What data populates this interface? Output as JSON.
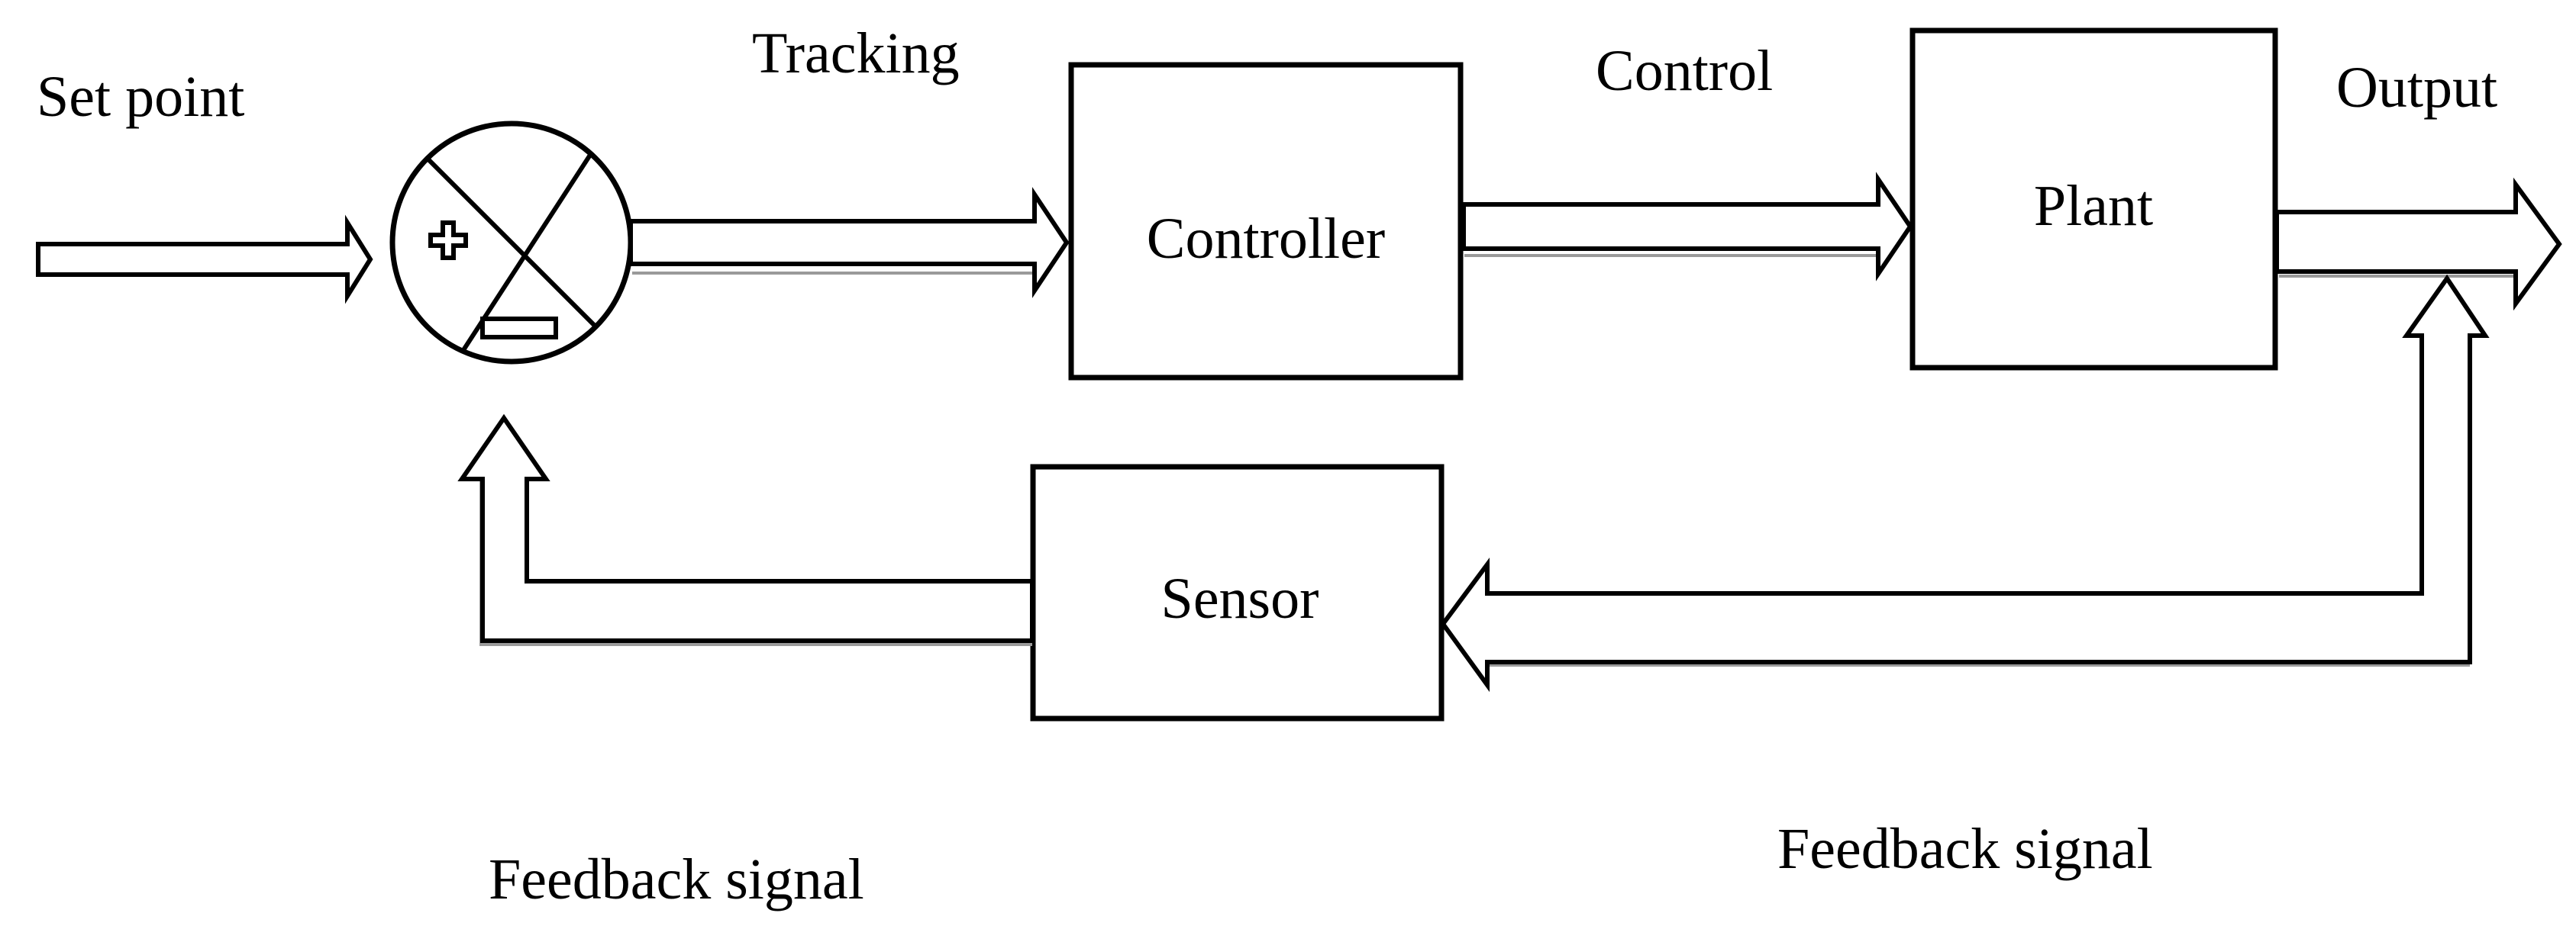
{
  "labels": {
    "set_point": "Set point",
    "tracking": "Tracking",
    "control": "Control",
    "output": "Output",
    "feedback_left": "Feedback signal",
    "feedback_right": "Feedback signal"
  },
  "blocks": {
    "controller": "Controller",
    "plant": "Plant",
    "sensor": "Sensor"
  },
  "colors": {
    "stroke": "#000000",
    "fill": "#ffffff",
    "shadow": "#9a9a9a"
  }
}
